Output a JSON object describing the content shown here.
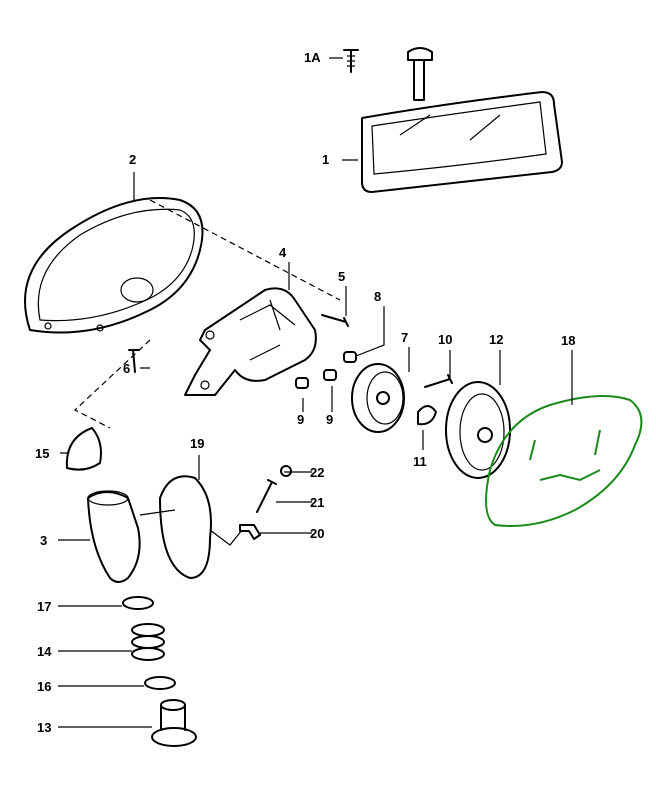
{
  "diagram": {
    "part_labels": {
      "p1A": "1A",
      "p1": "1",
      "p2": "2",
      "p4": "4",
      "p5": "5",
      "p8": "8",
      "p6": "6",
      "p7": "7",
      "p10": "10",
      "p12": "12",
      "p18": "18",
      "p9a": "9",
      "p9b": "9",
      "p15": "15",
      "p11": "11",
      "p19": "19",
      "p22": "22",
      "p21": "21",
      "p3": "3",
      "p20": "20",
      "p17": "17",
      "p14": "14",
      "p16": "16",
      "p13": "13"
    },
    "highlight_color": "#1a8a1a"
  }
}
